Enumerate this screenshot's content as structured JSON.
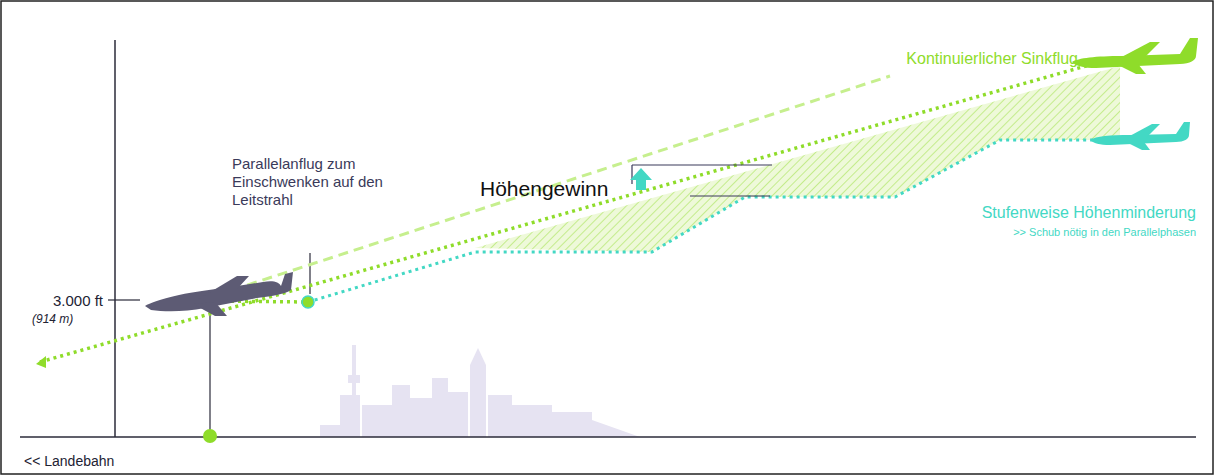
{
  "diagram": {
    "labels": [
      "Kontinuierlicher Sinkflug",
      "Parallelanflug zum Einschwenken auf den Leitstrahl",
      "Höhengewinn",
      "Stufenweise Höhenminderung",
      ">> Schub nötig in den Parallelphasen",
      "3.000 ft",
      "(914 m)",
      "<< Landebahn"
    ]
  }
}
